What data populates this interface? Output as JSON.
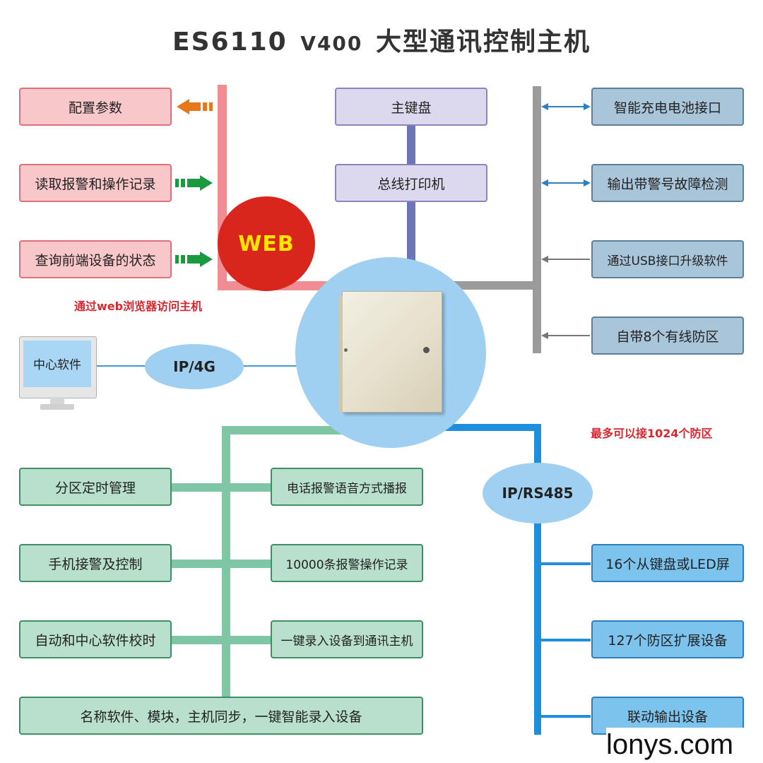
{
  "title": {
    "main": "ES6110",
    "version": "V400",
    "suffix": "大型通讯控制主机"
  },
  "web": {
    "label": "WEB",
    "note": "通过web浏览器访问主机",
    "items": [
      "配置参数",
      "读取报警和操作记录",
      "查询前端设备的状态"
    ]
  },
  "keyboard": {
    "items": [
      "主键盘",
      "总线打印机"
    ]
  },
  "right_features": [
    "智能充电电池接口",
    "输出带警号故障检测",
    "通过USB接口升级软件",
    "自带8个有线防区"
  ],
  "network": {
    "ip4g": "IP/4G",
    "center_software": "中心软件"
  },
  "bottom_left": {
    "left_items": [
      "分区定时管理",
      "手机接警及控制",
      "自动和中心软件校时"
    ],
    "right_items": [
      "电话报警语音方式播报",
      "10000条报警操作记录",
      "一键录入设备到通讯主机"
    ],
    "bottom_item": "名称软件、模块，主机同步，一键智能录入设备"
  },
  "rs485": {
    "label": "IP/RS485",
    "note": "最多可以接1024个防区",
    "items": [
      "16个从键盘或LED屏",
      "127个防区扩展设备",
      "联动输出设备"
    ]
  },
  "watermark": "lonys.com"
}
